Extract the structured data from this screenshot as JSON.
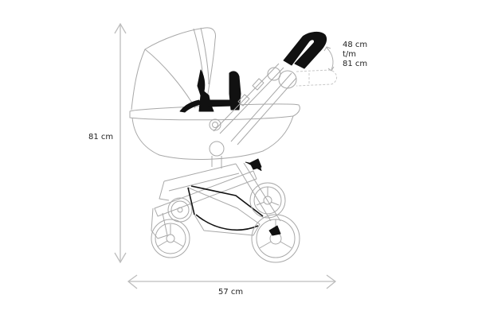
{
  "diagram": {
    "title": "Stroller dimensions",
    "subject": "doll stroller / pram with bassinet",
    "dimensions": {
      "height": "81 cm",
      "width": "57 cm",
      "handle_height": {
        "min": "48 cm",
        "separator": "t/m",
        "max": "81 cm"
      }
    },
    "colors": {
      "outline": "#b0b0b0",
      "dimension_line": "#bdbdbd",
      "fill_accent": "#111111",
      "text": "#222222",
      "background": "#ffffff"
    },
    "parts": [
      "canopy",
      "bassinet",
      "harness",
      "handlebar",
      "adjustable-handle-ghost",
      "frame",
      "basket",
      "front-wheels",
      "rear-wheels"
    ]
  }
}
